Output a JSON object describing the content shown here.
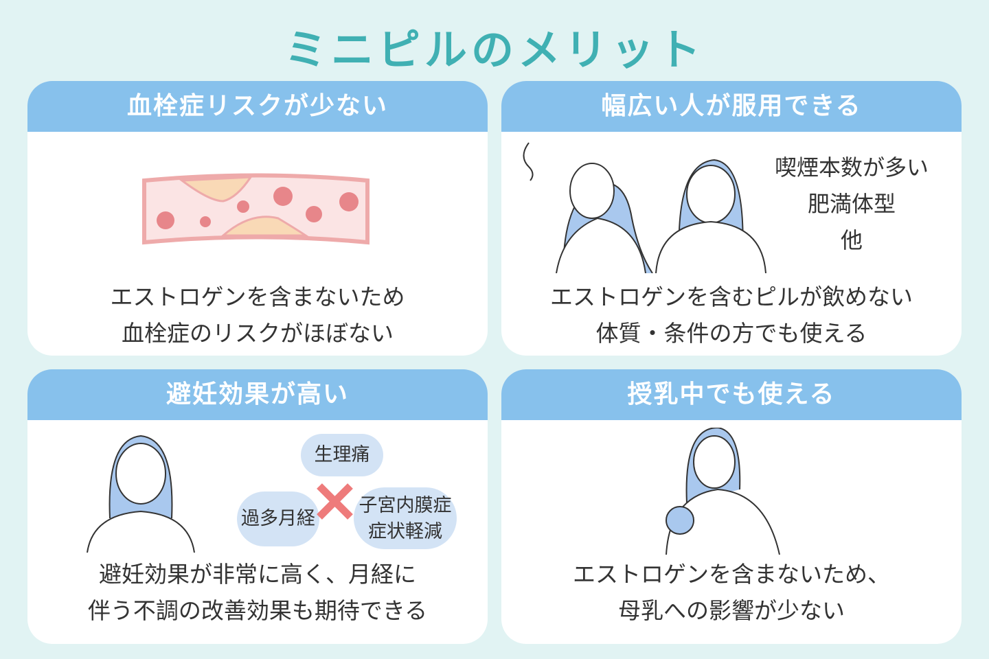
{
  "title": "ミニピルのメリット",
  "colors": {
    "accent": "#40b0b3",
    "header": "#87c1ec",
    "blob": "#d3e3f5",
    "cross": "#ee7b7b"
  },
  "cards": [
    {
      "heading": "血栓症リスクが少ない",
      "lines": [
        "エストロゲンを含まないため",
        "血栓症のリスクがほぼない"
      ]
    },
    {
      "heading": "幅広い人が服用できる",
      "conditions": [
        "喫煙本数が多い",
        "肥満体型",
        "他"
      ],
      "lines": [
        "エストロゲンを含むピルが飲めない",
        "体質・条件の方でも使える"
      ]
    },
    {
      "heading": "避妊効果が高い",
      "blobs": [
        "生理痛",
        "過多月経",
        "子宮内膜症",
        "症状軽減"
      ],
      "lines": [
        "避妊効果が非常に高く、月経に",
        "伴う不調の改善効果も期待できる"
      ]
    },
    {
      "heading": "授乳中でも使える",
      "lines": [
        "エストロゲンを含まないため、",
        "母乳への影響が少ない"
      ]
    }
  ]
}
